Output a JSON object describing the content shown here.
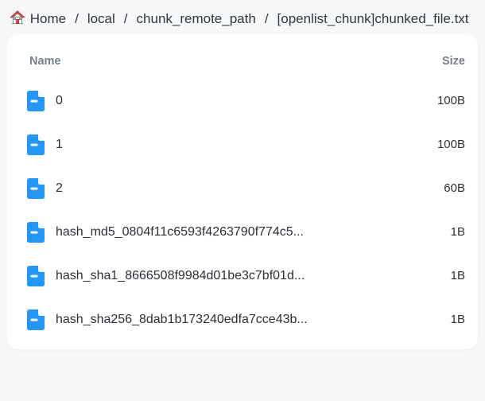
{
  "breadcrumb": {
    "separator": "/",
    "items": [
      {
        "label": "Home",
        "icon": "home-icon",
        "interactable": true
      },
      {
        "label": "local",
        "interactable": true
      },
      {
        "label": "chunk_remote_path",
        "interactable": true
      },
      {
        "label": "[openlist_chunk]chunked_file.txt",
        "interactable": false
      }
    ]
  },
  "file_list": {
    "columns": {
      "name": "Name",
      "size": "Size"
    },
    "rows": [
      {
        "icon": "file-icon",
        "name": "0",
        "size": "100B"
      },
      {
        "icon": "file-icon",
        "name": "1",
        "size": "100B"
      },
      {
        "icon": "file-icon",
        "name": "2",
        "size": "60B"
      },
      {
        "icon": "file-icon",
        "name": "hash_md5_0804f11c6593f4263790f774c5...",
        "size": "1B"
      },
      {
        "icon": "file-icon",
        "name": "hash_sha1_8666508f9984d01be3c7bf01d...",
        "size": "1B"
      },
      {
        "icon": "file-icon",
        "name": "hash_sha256_8dab1b173240edfa7cce43b...",
        "size": "1B"
      }
    ]
  },
  "colors": {
    "accent_blue": "#2696f6",
    "page_bg": "#f6f7f9",
    "card_bg": "#ffffff",
    "column_header_text": "#74808f",
    "breadcrumb_text": "#33383e",
    "row_text": "#2b3036"
  }
}
